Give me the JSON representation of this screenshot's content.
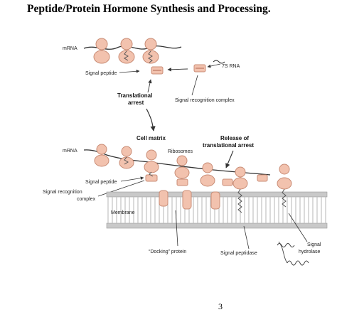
{
  "page": {
    "title": "Peptide/Protein Hormone Synthesis and Processing.",
    "page_number": "3"
  },
  "labels": {
    "mrna_top": "mRNA",
    "rna_7s": "7S RNA",
    "signal_peptide_top": "Signal peptide",
    "translational_arrest_1": "Translational",
    "translational_arrest_2": "arrest",
    "src_complex_top": "Signal recognition complex",
    "cell_matrix": "Cell matrix",
    "release_1": "Release of",
    "release_2": "translational arrest",
    "mrna_bottom": "mRNA",
    "ribosomes": "Ribosomes",
    "signal_peptide_bottom": "Signal peptide",
    "src_bottom_1": "Signal recognition",
    "src_bottom_2": "complex",
    "membrane": "Membrane",
    "docking_protein": "“Docking” protein",
    "signal_peptidase": "Signal peptidase",
    "signal_hydrolase_1": "Signal",
    "signal_hydrolase_2": "hydrolase"
  },
  "colors": {
    "ribosome": "#f2c2ae",
    "ribosome_stroke": "#c98c75",
    "membrane": "#c9c9c9",
    "line": "#333333"
  }
}
